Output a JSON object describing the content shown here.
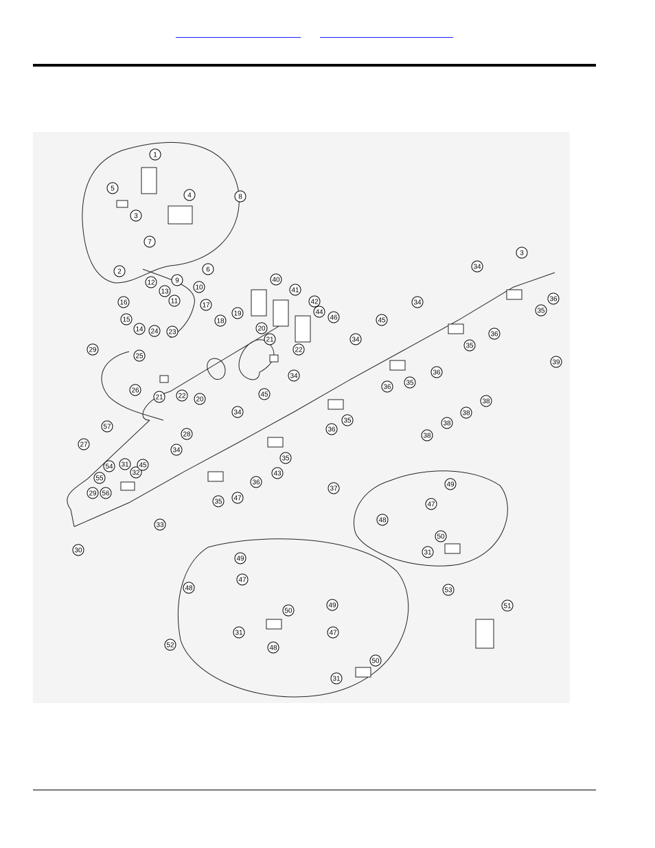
{
  "header": {
    "link_1": "",
    "link_2": ""
  },
  "callouts": [
    {
      "label": "1"
    },
    {
      "label": "2"
    },
    {
      "label": "3"
    },
    {
      "label": "3"
    },
    {
      "label": "4"
    },
    {
      "label": "5"
    },
    {
      "label": "6"
    },
    {
      "label": "7"
    },
    {
      "label": "8"
    },
    {
      "label": "9"
    },
    {
      "label": "10"
    },
    {
      "label": "11"
    },
    {
      "label": "12"
    },
    {
      "label": "13"
    },
    {
      "label": "14"
    },
    {
      "label": "15"
    },
    {
      "label": "16"
    },
    {
      "label": "17"
    },
    {
      "label": "18"
    },
    {
      "label": "19"
    },
    {
      "label": "20"
    },
    {
      "label": "20"
    },
    {
      "label": "21"
    },
    {
      "label": "21"
    },
    {
      "label": "22"
    },
    {
      "label": "22"
    },
    {
      "label": "23"
    },
    {
      "label": "24"
    },
    {
      "label": "25"
    },
    {
      "label": "26"
    },
    {
      "label": "27"
    },
    {
      "label": "28"
    },
    {
      "label": "29"
    },
    {
      "label": "29"
    },
    {
      "label": "30"
    },
    {
      "label": "31"
    },
    {
      "label": "31"
    },
    {
      "label": "31"
    },
    {
      "label": "31"
    },
    {
      "label": "32"
    },
    {
      "label": "33"
    },
    {
      "label": "34"
    },
    {
      "label": "34"
    },
    {
      "label": "34"
    },
    {
      "label": "34"
    },
    {
      "label": "34"
    },
    {
      "label": "34"
    },
    {
      "label": "35"
    },
    {
      "label": "35"
    },
    {
      "label": "35"
    },
    {
      "label": "35"
    },
    {
      "label": "35"
    },
    {
      "label": "35"
    },
    {
      "label": "36"
    },
    {
      "label": "36"
    },
    {
      "label": "36"
    },
    {
      "label": "36"
    },
    {
      "label": "36"
    },
    {
      "label": "36"
    },
    {
      "label": "37"
    },
    {
      "label": "38"
    },
    {
      "label": "38"
    },
    {
      "label": "38"
    },
    {
      "label": "38"
    },
    {
      "label": "39"
    },
    {
      "label": "40"
    },
    {
      "label": "41"
    },
    {
      "label": "42"
    },
    {
      "label": "43"
    },
    {
      "label": "44"
    },
    {
      "label": "45"
    },
    {
      "label": "45"
    },
    {
      "label": "45"
    },
    {
      "label": "46"
    },
    {
      "label": "47"
    },
    {
      "label": "47"
    },
    {
      "label": "47"
    },
    {
      "label": "47"
    },
    {
      "label": "48"
    },
    {
      "label": "48"
    },
    {
      "label": "48"
    },
    {
      "label": "49"
    },
    {
      "label": "49"
    },
    {
      "label": "49"
    },
    {
      "label": "50"
    },
    {
      "label": "50"
    },
    {
      "label": "50"
    },
    {
      "label": "51"
    },
    {
      "label": "52"
    },
    {
      "label": "53"
    },
    {
      "label": "54"
    },
    {
      "label": "55"
    },
    {
      "label": "56"
    },
    {
      "label": "57"
    }
  ]
}
